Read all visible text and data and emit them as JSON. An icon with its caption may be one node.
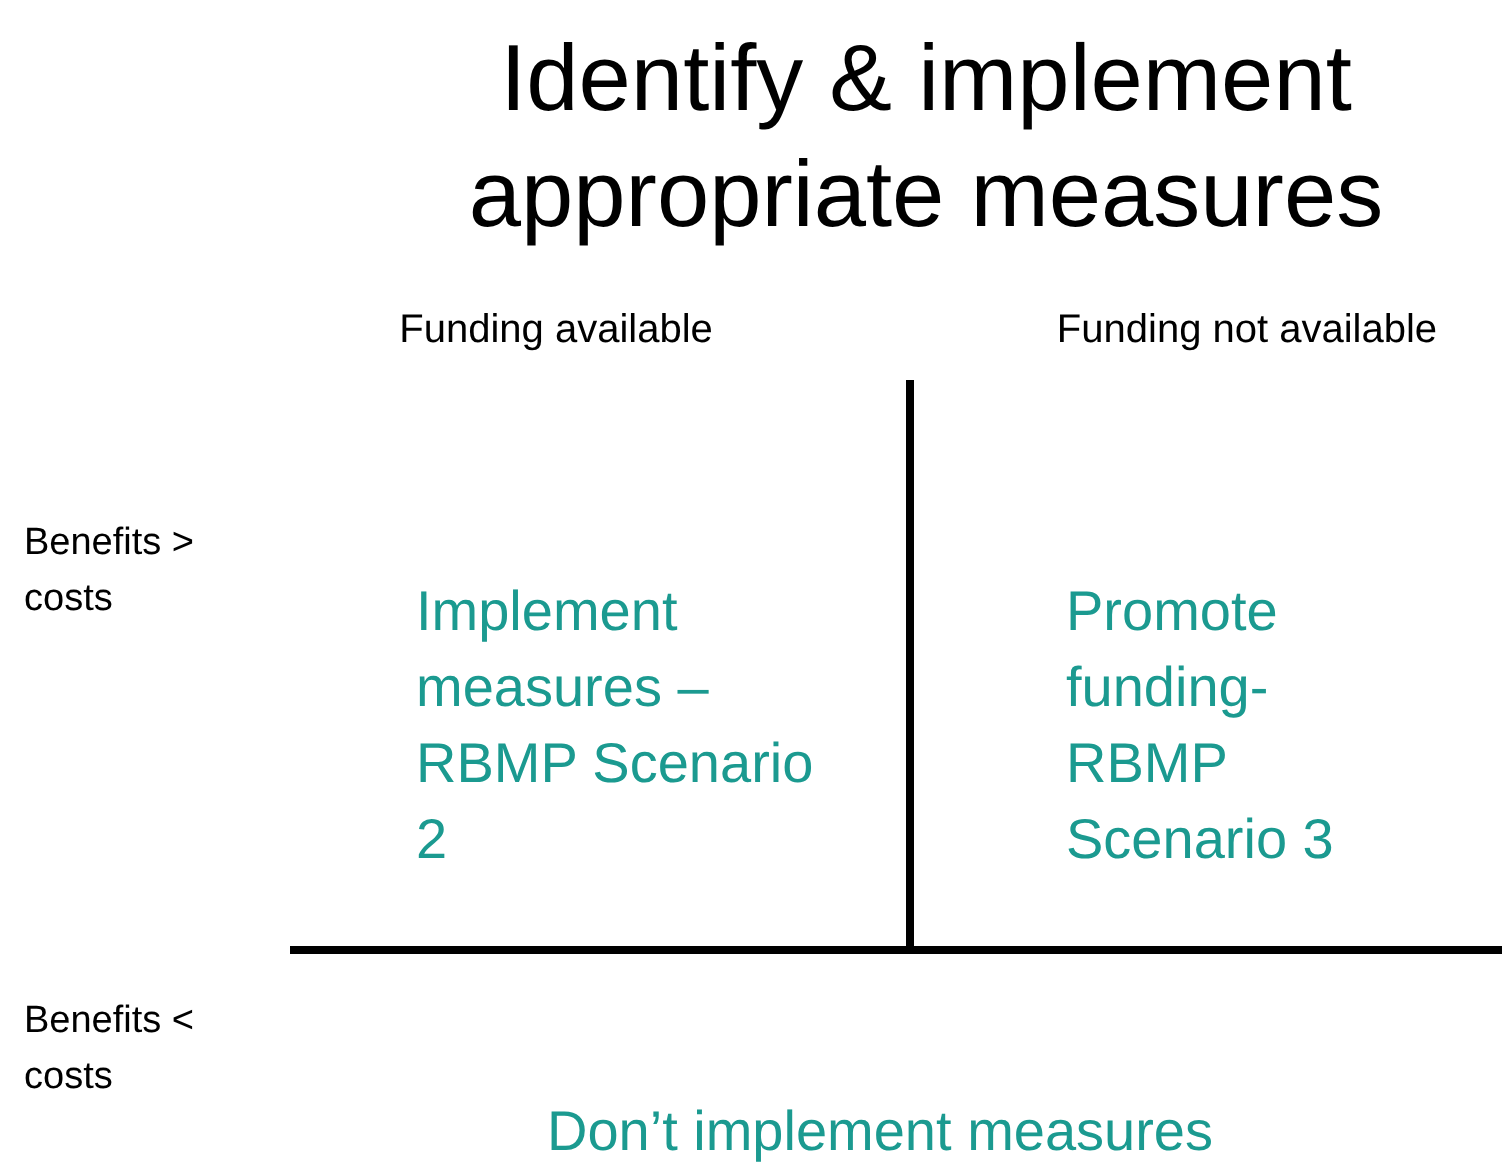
{
  "diagram": {
    "title": "Identify & implement appropriate measures",
    "labels": [
      "Funding available",
      "Funding not available",
      "Benefits > costs",
      "Implement measures – RBMP Scenario 2",
      "Promote funding- RBMP Scenario 3",
      "Benefits < costs",
      "Don’t implement measures"
    ]
  }
}
